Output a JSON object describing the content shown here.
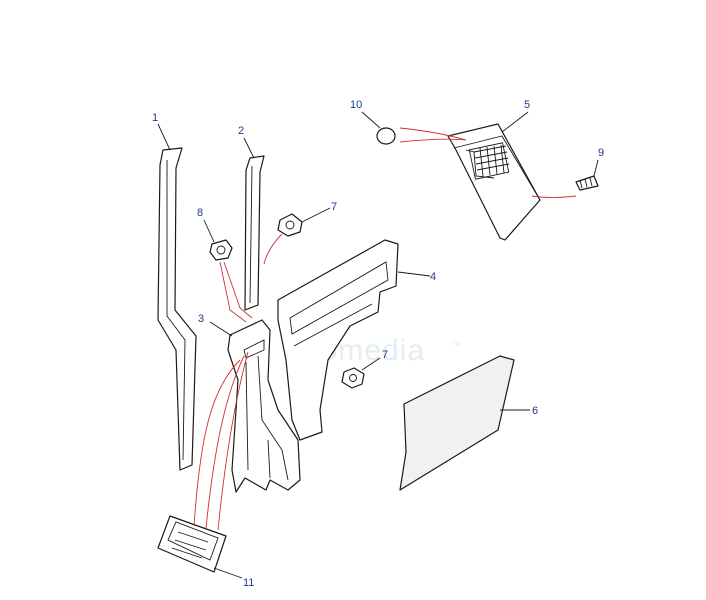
{
  "watermark": {
    "text": "infomedia",
    "mark": "TM"
  },
  "colors": {
    "callout": "#1f3a8a",
    "fitting_line": "#d03030",
    "outline": "#1a1a1a"
  },
  "callouts": [
    {
      "id": "1",
      "label": "1"
    },
    {
      "id": "2",
      "label": "2"
    },
    {
      "id": "3",
      "label": "3"
    },
    {
      "id": "4",
      "label": "4"
    },
    {
      "id": "5",
      "label": "5"
    },
    {
      "id": "6",
      "label": "6"
    },
    {
      "id": "7a",
      "label": "7"
    },
    {
      "id": "7b",
      "label": "7"
    },
    {
      "id": "8",
      "label": "8"
    },
    {
      "id": "9",
      "label": "9"
    },
    {
      "id": "10",
      "label": "10"
    },
    {
      "id": "11",
      "label": "11"
    }
  ]
}
